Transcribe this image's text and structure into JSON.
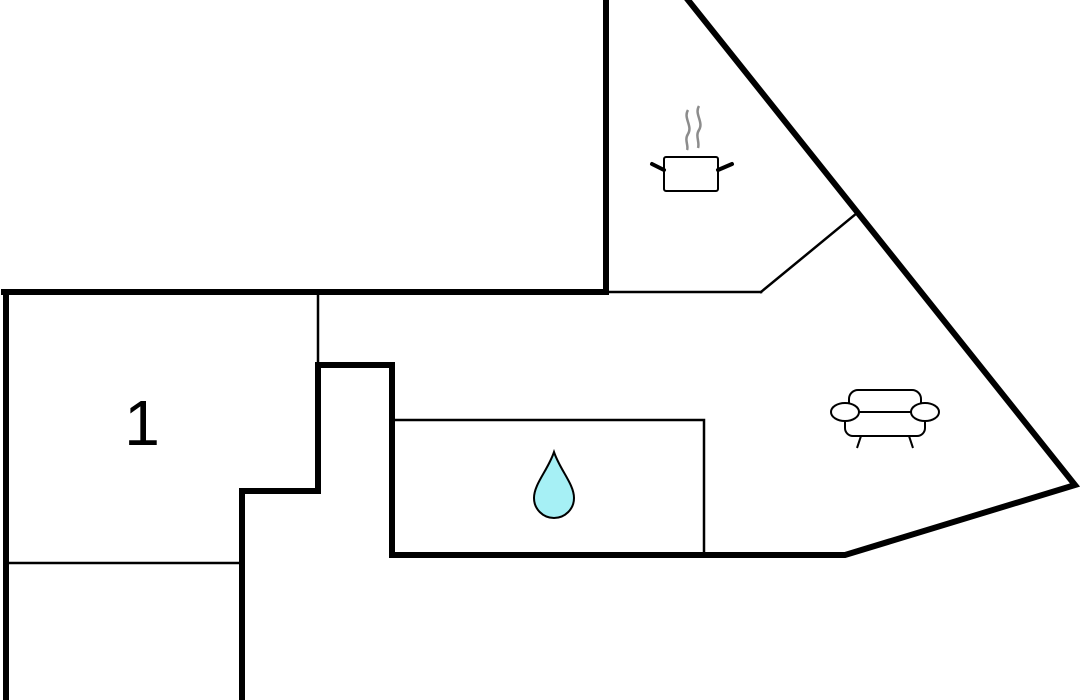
{
  "floorplan": {
    "rooms": [
      {
        "number": "1"
      }
    ],
    "icons": [
      {
        "name": "cooking-pot-icon",
        "meaning": "kitchen"
      },
      {
        "name": "sofa-icon",
        "meaning": "living room"
      },
      {
        "name": "water-drop-icon",
        "meaning": "bathroom"
      }
    ],
    "colors": {
      "background": "#ffffff",
      "wall": "#000000",
      "steam": "#8c8c8c",
      "water": "#a6f0f5"
    }
  }
}
